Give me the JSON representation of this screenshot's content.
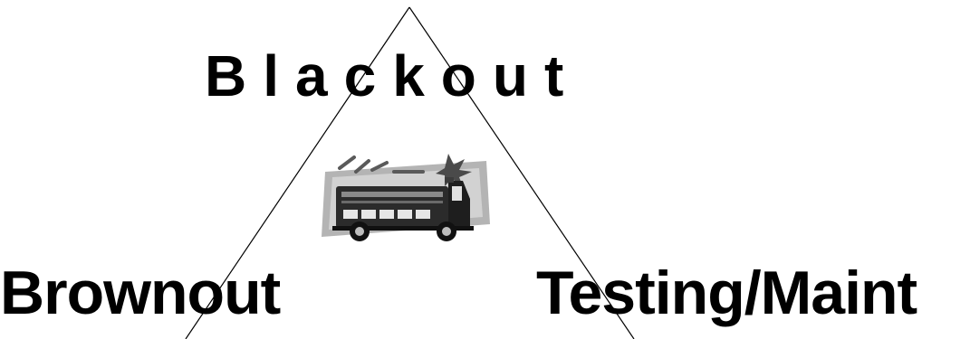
{
  "labels": {
    "top": "Blackout",
    "left": "Brownout",
    "right": "Testing/Maint"
  },
  "clipart": {
    "icon": "fire-truck-icon"
  },
  "colors": {
    "text": "#000000",
    "line": "#000000",
    "background": "#ffffff"
  }
}
